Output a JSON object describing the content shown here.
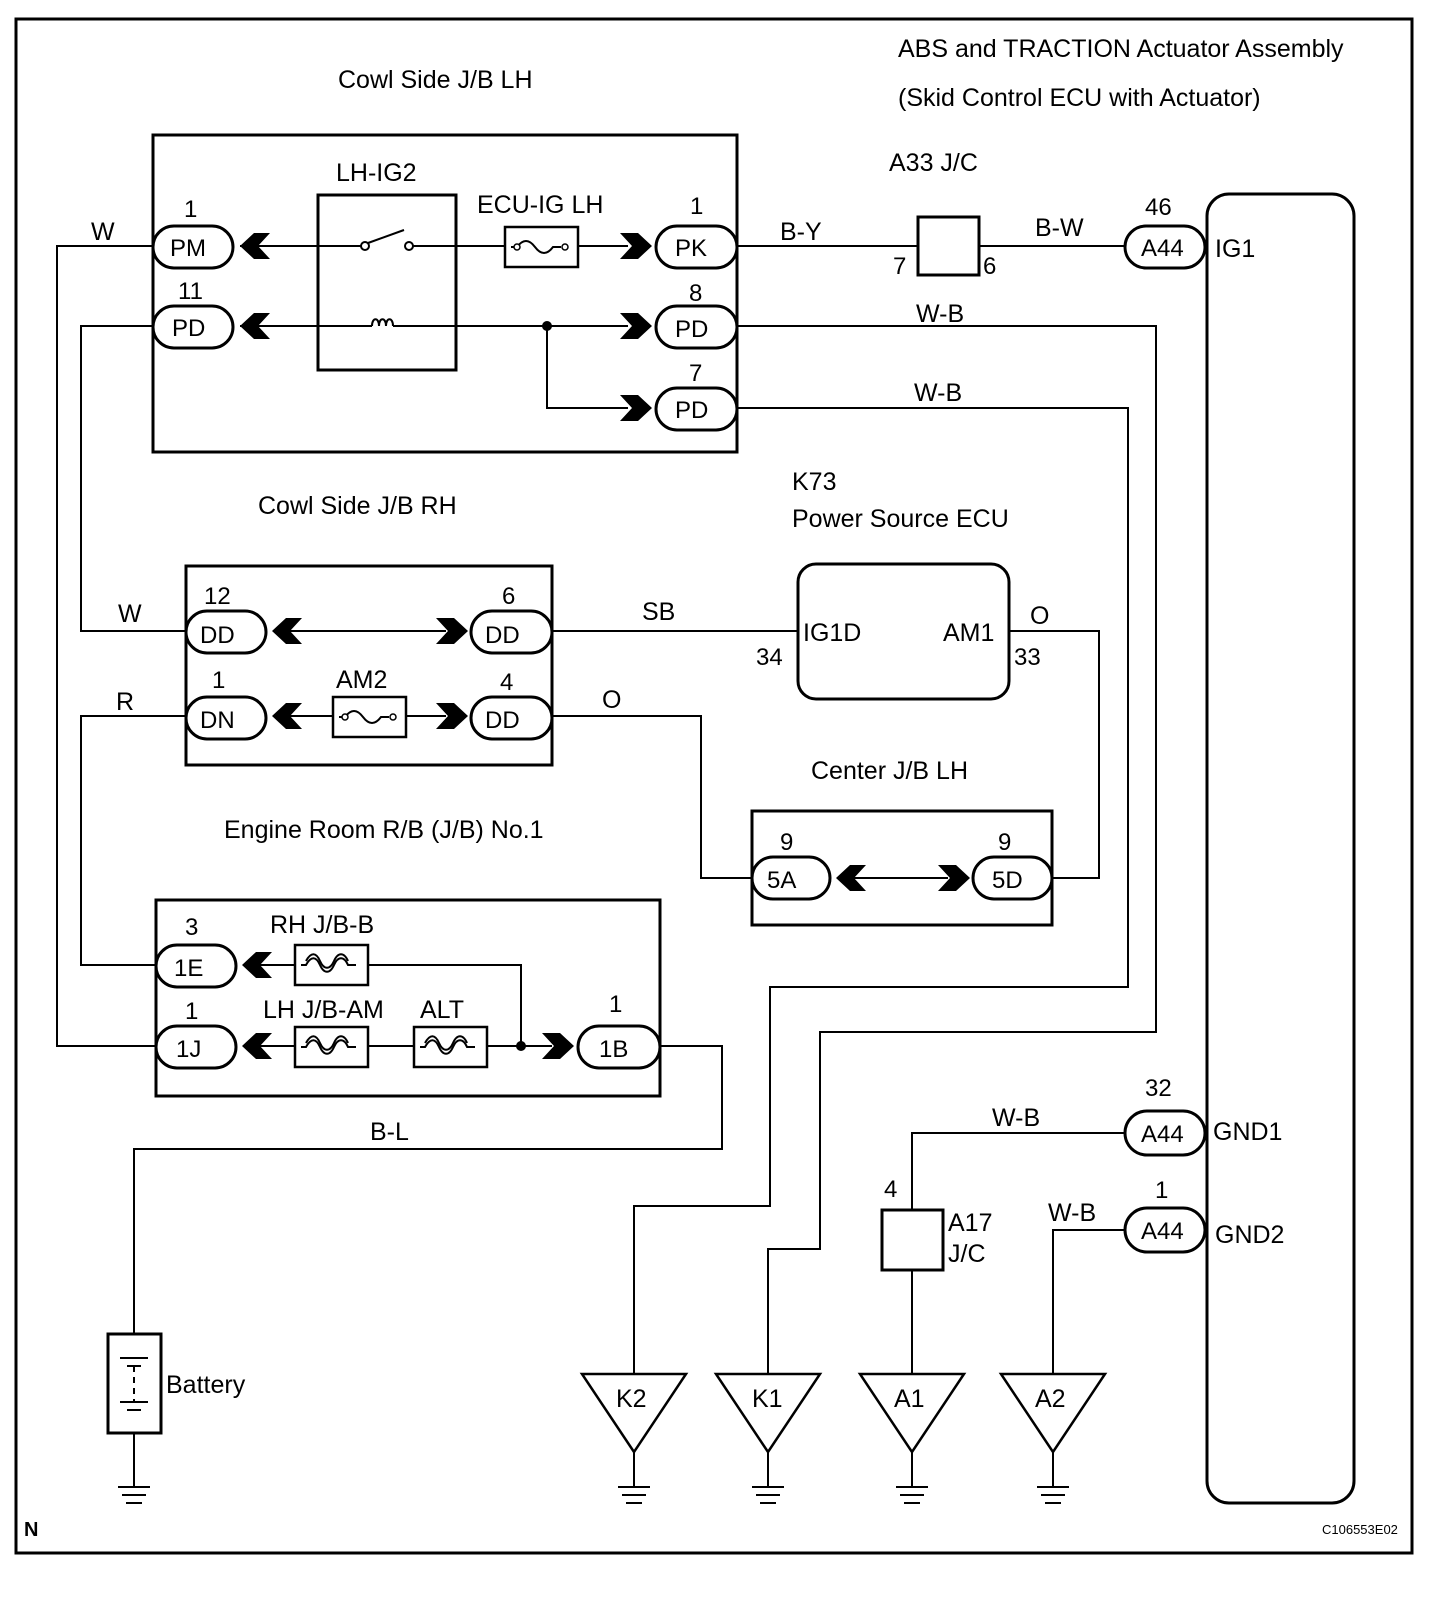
{
  "labels": {
    "cowl_lh": "Cowl Side J/B LH",
    "abs_title_1": "ABS and TRACTION Actuator Assembly",
    "abs_title_2": "(Skid Control ECU with Actuator)",
    "a33": "A33 J/C",
    "lh_ig2": "LH-IG2",
    "ecu_ig_lh": "ECU-IG LH",
    "cowl_rh": "Cowl Side J/B RH",
    "k73_id": "K73",
    "k73_name": "Power Source ECU",
    "center_jb": "Center J/B LH",
    "engine_rb": "Engine Room R/B (J/B) No.1",
    "am2": "AM2",
    "rh_jb_b": "RH J/B-B",
    "lh_jb_am": "LH J/B-AM",
    "alt": "ALT",
    "battery": "Battery",
    "a17_1": "A17",
    "a17_2": "J/C",
    "corner_n": "N",
    "doc_code": "C106553E02"
  },
  "wires": {
    "w_pm": "W",
    "by": "B-Y",
    "bw": "B-W",
    "wb_1": "W-B",
    "wb_2": "W-B",
    "w_dd": "W",
    "r_dn": "R",
    "sb": "SB",
    "o_dd": "O",
    "o_am1": "O",
    "bl": "B-L",
    "wb_gnd1": "W-B",
    "wb_gnd2": "W-B"
  },
  "connectors": {
    "pm": "PM",
    "pd11": "PD",
    "pk": "PK",
    "pd8": "PD",
    "pd7": "PD",
    "dd12": "DD",
    "dd6": "DD",
    "dn1": "DN",
    "dd4": "DD",
    "c5a": "5A",
    "c5d": "5D",
    "c1e": "1E",
    "c1j": "1J",
    "c1b": "1B",
    "a44_ig1": "A44",
    "a44_gnd1": "A44",
    "a44_gnd2": "A44"
  },
  "pins": {
    "pm": "1",
    "pd11": "11",
    "pk": "1",
    "pd8": "8",
    "pd7": "7",
    "a33_in": "7",
    "a33_out": "6",
    "a44_ig1": "46",
    "a44_gnd1": "32",
    "a44_gnd2": "1",
    "dd12": "12",
    "dd6": "6",
    "dn1": "1",
    "dd4": "4",
    "ig1d": "34",
    "am1": "33",
    "c5a": "9",
    "c5d": "9",
    "c1e": "3",
    "c1j": "1",
    "c1b": "1",
    "a17": "4"
  },
  "terminals": {
    "ig1": "IG1",
    "gnd1": "GND1",
    "gnd2": "GND2",
    "ig1d": "IG1D",
    "am1": "AM1"
  },
  "grounds": {
    "k2": "K2",
    "k1": "K1",
    "a1": "A1",
    "a2": "A2"
  }
}
